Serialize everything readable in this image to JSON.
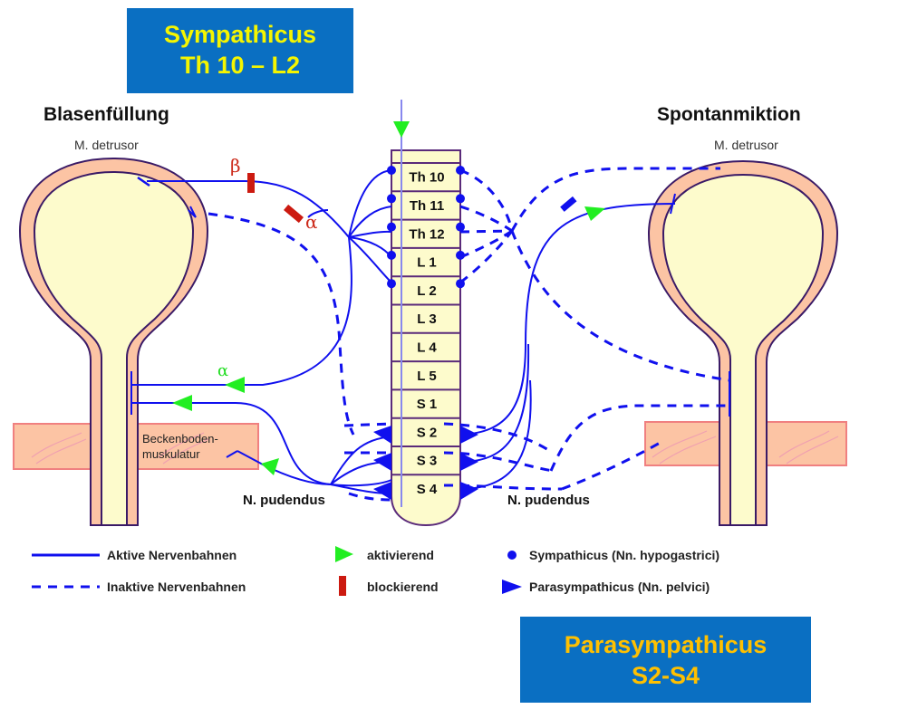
{
  "banners": {
    "sympathicus": {
      "line1": "Sympathicus",
      "line2": "Th 10 – L2"
    },
    "parasympathicus": {
      "line1": "Parasympathicus",
      "line2": "S2-S4"
    }
  },
  "panels": {
    "left": {
      "title": "Blasenfüllung",
      "muscle_label": "M. detrusor",
      "pelvic_floor_label_1": "Beckenboden-",
      "pelvic_floor_label_2": "muskulatur",
      "nerve_label": "N. pudendus"
    },
    "right": {
      "title": "Spontanmiktion",
      "muscle_label": "M. detrusor",
      "nerve_label": "N. pudendus"
    }
  },
  "receptors": {
    "beta": "β",
    "alpha_blocked": "α",
    "alpha_active": "α"
  },
  "spinal_segments": [
    "Th 10",
    "Th 11",
    "Th 12",
    "L 1",
    "L 2",
    "L 3",
    "L 4",
    "L 5",
    "S 1",
    "S 2",
    "S 3",
    "S 4"
  ],
  "legend": {
    "active_paths": "Aktive Nervenbahnen",
    "inactive_paths": "Inaktive Nervenbahnen",
    "activating": "aktivierend",
    "blocking": "blockierend",
    "sympathetic": "Sympathicus (Nn. hypogastrici)",
    "parasympathetic": "Parasympathicus (Nn. pelvici)"
  },
  "colors": {
    "nerve": "#1010ee",
    "activating": "#22ee22",
    "blocking": "#cc1a10",
    "bladder_wall": "#fcc4a4",
    "bladder_lumen": "#fdfbcc",
    "outline": "#3a1a66",
    "banner_bg": "#0a6fc2"
  }
}
